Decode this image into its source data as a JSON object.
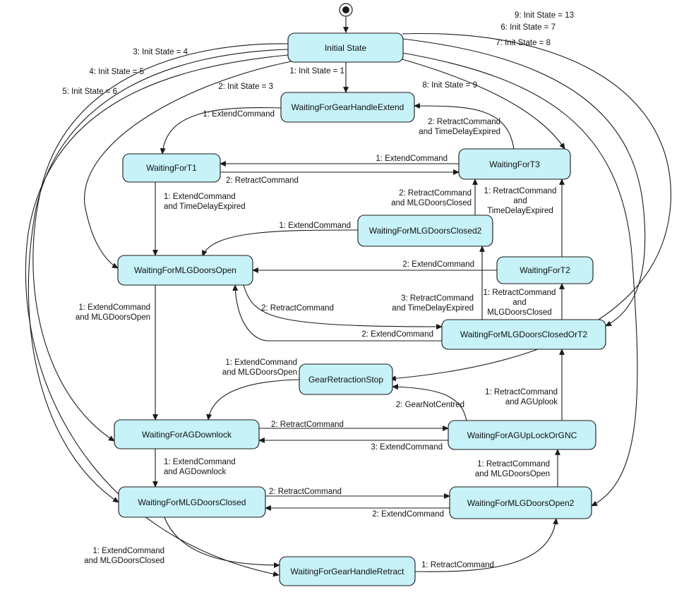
{
  "states": {
    "initial_state": "Initial State",
    "waiting_for_gear_handle_extend": "WaitingForGearHandleExtend",
    "waiting_for_t1": "WaitingForT1",
    "waiting_for_t3": "WaitingForT3",
    "waiting_for_mlg_doors_closed2": "WaitingForMLGDoorsClosed2",
    "waiting_for_mlg_doors_open": "WaitingForMLGDoorsOpen",
    "waiting_for_t2": "WaitingForT2",
    "waiting_for_mlg_doors_closed_or_t2": "WaitingForMLGDoorsClosedOrT2",
    "gear_retraction_stop": "GearRetractionStop",
    "waiting_for_ag_downlock": "WaitingForAGDownlock",
    "waiting_for_ag_uplock_or_gnc": "WaitingForAGUpLockOrGNC",
    "waiting_for_mlg_doors_closed": "WaitingForMLGDoorsClosed",
    "waiting_for_mlg_doors_open2": "WaitingForMLGDoorsOpen2",
    "waiting_for_gear_handle_retract": "WaitingForGearHandleRetract"
  },
  "transitions": {
    "init_1": [
      "1: Init State = 1"
    ],
    "init_2": [
      "2: Init State = 3"
    ],
    "init_3": [
      "3: Init State = 4"
    ],
    "init_4": [
      "4: Init State = 5"
    ],
    "init_5": [
      "5: Init State = 6"
    ],
    "init_6": [
      "6: Init State = 7"
    ],
    "init_7": [
      "7: Init State = 8"
    ],
    "init_8": [
      "8: Init State = 9"
    ],
    "init_9": [
      "9: Init State = 13"
    ],
    "ghe_to_t1": [
      "1: ExtendCommand"
    ],
    "t3_to_ghe": [
      "2: RetractCommand",
      "and TimeDelayExpired"
    ],
    "t3_to_t1": [
      "1: ExtendCommand"
    ],
    "t1_to_t3": [
      "2: RetractCommand"
    ],
    "t1_to_doors_open": [
      "1: ExtendCommand",
      "and TimeDelayExpired"
    ],
    "dc2_to_t3": [
      "2: RetractCommand",
      "and MLGDoorsClosed"
    ],
    "t2_to_t3": [
      "1: RetractCommand",
      "and",
      "TimeDelayExpired"
    ],
    "dc2_to_doors_open": [
      "1: ExtendCommand"
    ],
    "t2_to_doors_open": [
      "2: ExtendCommand"
    ],
    "dcot2_to_dc2": [
      "3: RetractCommand",
      "and TimeDelayExpired"
    ],
    "dcot2_to_t2": [
      "1: RetractCommand",
      "and",
      "MLGDoorsClosed"
    ],
    "doors_open_to_dcot2": [
      "2: RetractCommand"
    ],
    "dcot2_to_doors_open": [
      "2: ExtendCommand"
    ],
    "doors_open_to_agd": [
      "1: ExtendCommand",
      "and MLGDoorsOpen"
    ],
    "grs_to_agd": [
      "1: ExtendCommand",
      "and MLGDoorsOpen"
    ],
    "agu_to_grs": [
      "2: GearNotCentred"
    ],
    "agu_to_dcot2": [
      "1: RetractCommand",
      "and AGUplook"
    ],
    "agd_to_agu": [
      "2: RetractCommand"
    ],
    "agu_to_agd": [
      "3: ExtendCommand"
    ],
    "agd_to_dc": [
      "1: ExtendCommand",
      "and AGDownlock"
    ],
    "do2_to_agu": [
      "1: RetractCommand",
      "and MLGDoorsOpen"
    ],
    "dc_to_do2": [
      "2: RetractCommand"
    ],
    "do2_to_dc": [
      "2: ExtendCommand"
    ],
    "dc_to_ghr": [
      "1: ExtendCommand",
      "and MLGDoorsClosed"
    ],
    "ghr_to_do2": [
      "1: RetractCommand"
    ]
  },
  "colors": {
    "state_fill": "#c6f2f8",
    "line": "#1a1a1a"
  }
}
